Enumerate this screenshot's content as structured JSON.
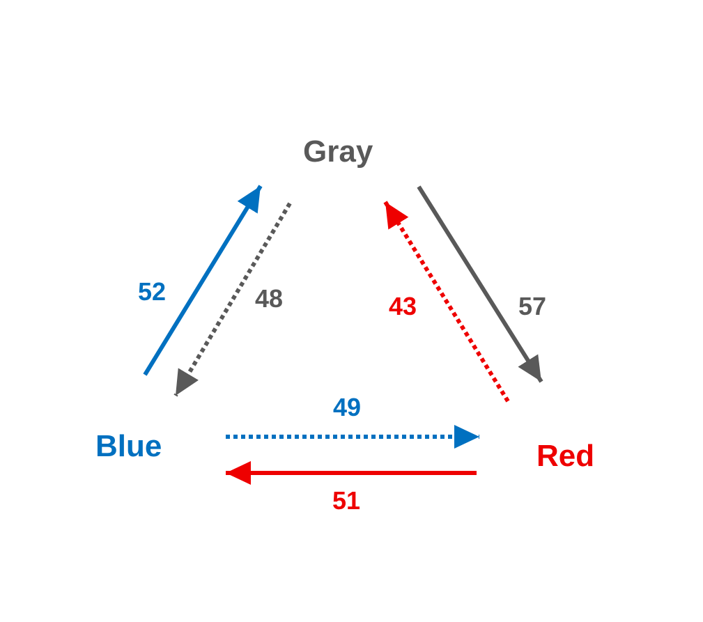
{
  "nodes": {
    "gray": {
      "label": "Gray",
      "color": "#595959"
    },
    "blue": {
      "label": "Blue",
      "color": "#0070C0"
    },
    "red": {
      "label": "Red",
      "color": "#EE0000"
    }
  },
  "edges": {
    "blue_to_gray": {
      "value": "52",
      "style": "solid",
      "color": "#0070C0"
    },
    "gray_to_blue": {
      "value": "48",
      "style": "dotted",
      "color": "#595959"
    },
    "red_to_gray": {
      "value": "43",
      "style": "dotted",
      "color": "#EE0000"
    },
    "gray_to_red": {
      "value": "57",
      "style": "solid",
      "color": "#595959"
    },
    "blue_to_red": {
      "value": "49",
      "style": "dotted",
      "color": "#0070C0"
    },
    "red_to_blue": {
      "value": "51",
      "style": "solid",
      "color": "#EE0000"
    }
  }
}
